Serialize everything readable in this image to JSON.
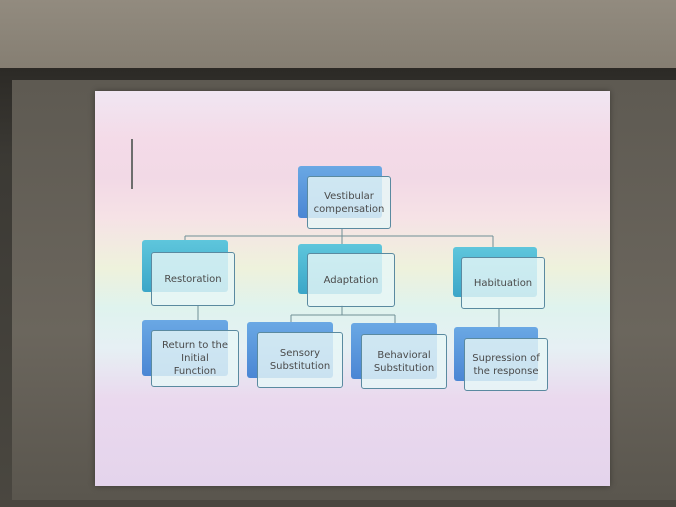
{
  "diagram": {
    "root": {
      "label": "Vestibular\ncompensation"
    },
    "branches": [
      {
        "label": "Restoration",
        "children": [
          {
            "label": "Return to the\nInitial\nFunction"
          }
        ]
      },
      {
        "label": "Adaptation",
        "children": [
          {
            "label": "Sensory\nSubstitution"
          },
          {
            "label": "Behavioral\nSubstitution"
          }
        ]
      },
      {
        "label": "Habituation",
        "children": [
          {
            "label": "Supression of\nthe response"
          }
        ]
      }
    ]
  },
  "colors": {
    "node_back_blue": "#4a86d4",
    "node_back_teal": "#3ba6c8",
    "connector": "#6f8f96",
    "text": "#4a4a4a"
  }
}
